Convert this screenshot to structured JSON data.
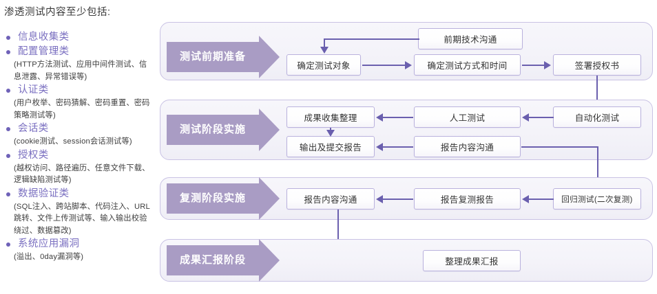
{
  "left_panel": {
    "title": "渗透测试内容至少包括:",
    "items": [
      {
        "heading": "信息收集类",
        "detail": ""
      },
      {
        "heading": "配置管理类",
        "detail": "(HTTP方法测试、应用中间件测试、信息泄露、异常错误等)"
      },
      {
        "heading": "认证类",
        "detail": "(用户枚举、密码猜解、密码重置、密码策略测试等)"
      },
      {
        "heading": "会话类",
        "detail": "(cookie测试、session会话测试等)"
      },
      {
        "heading": "授权类",
        "detail": "(越权访问、路径遍历、任意文件下载、逻辑缺陷测试等)"
      },
      {
        "heading": "数据验证类",
        "detail": "(SQL注入、跨站脚本、代码注入、URL跳转、文件上传测试等、输入输出校验绕过、数据篡改)"
      },
      {
        "heading": "系统应用漏洞",
        "detail": "(溢出、0day漏洞等)"
      }
    ]
  },
  "flow": {
    "phases": [
      {
        "label": "测试前期准备"
      },
      {
        "label": "测试阶段实施"
      },
      {
        "label": "复测阶段实施"
      },
      {
        "label": "成果汇报阶段"
      }
    ],
    "nodes": {
      "pre_tech_comm": "前期技术沟通",
      "define_target": "确定测试对象",
      "define_method_time": "确定测试方式和时间",
      "sign_authorization": "签署授权书",
      "auto_test": "自动化测试",
      "manual_test": "人工测试",
      "result_collect": "成果收集整理",
      "output_submit_report": "输出及提交报告",
      "report_content_comm": "报告内容沟通",
      "regression_test": "回归测试(二次复测)",
      "report_recheck": "报告复测报告",
      "report_content_comm_2": "报告内容沟通",
      "organize_result_report": "整理成果汇报"
    }
  },
  "colors": {
    "accent_purple": "#7a6fc0",
    "arrow_fill": "#a99cc4",
    "connector": "#6a5fae",
    "band_border": "#c9c2e4",
    "node_border": "#b9b1dd"
  }
}
